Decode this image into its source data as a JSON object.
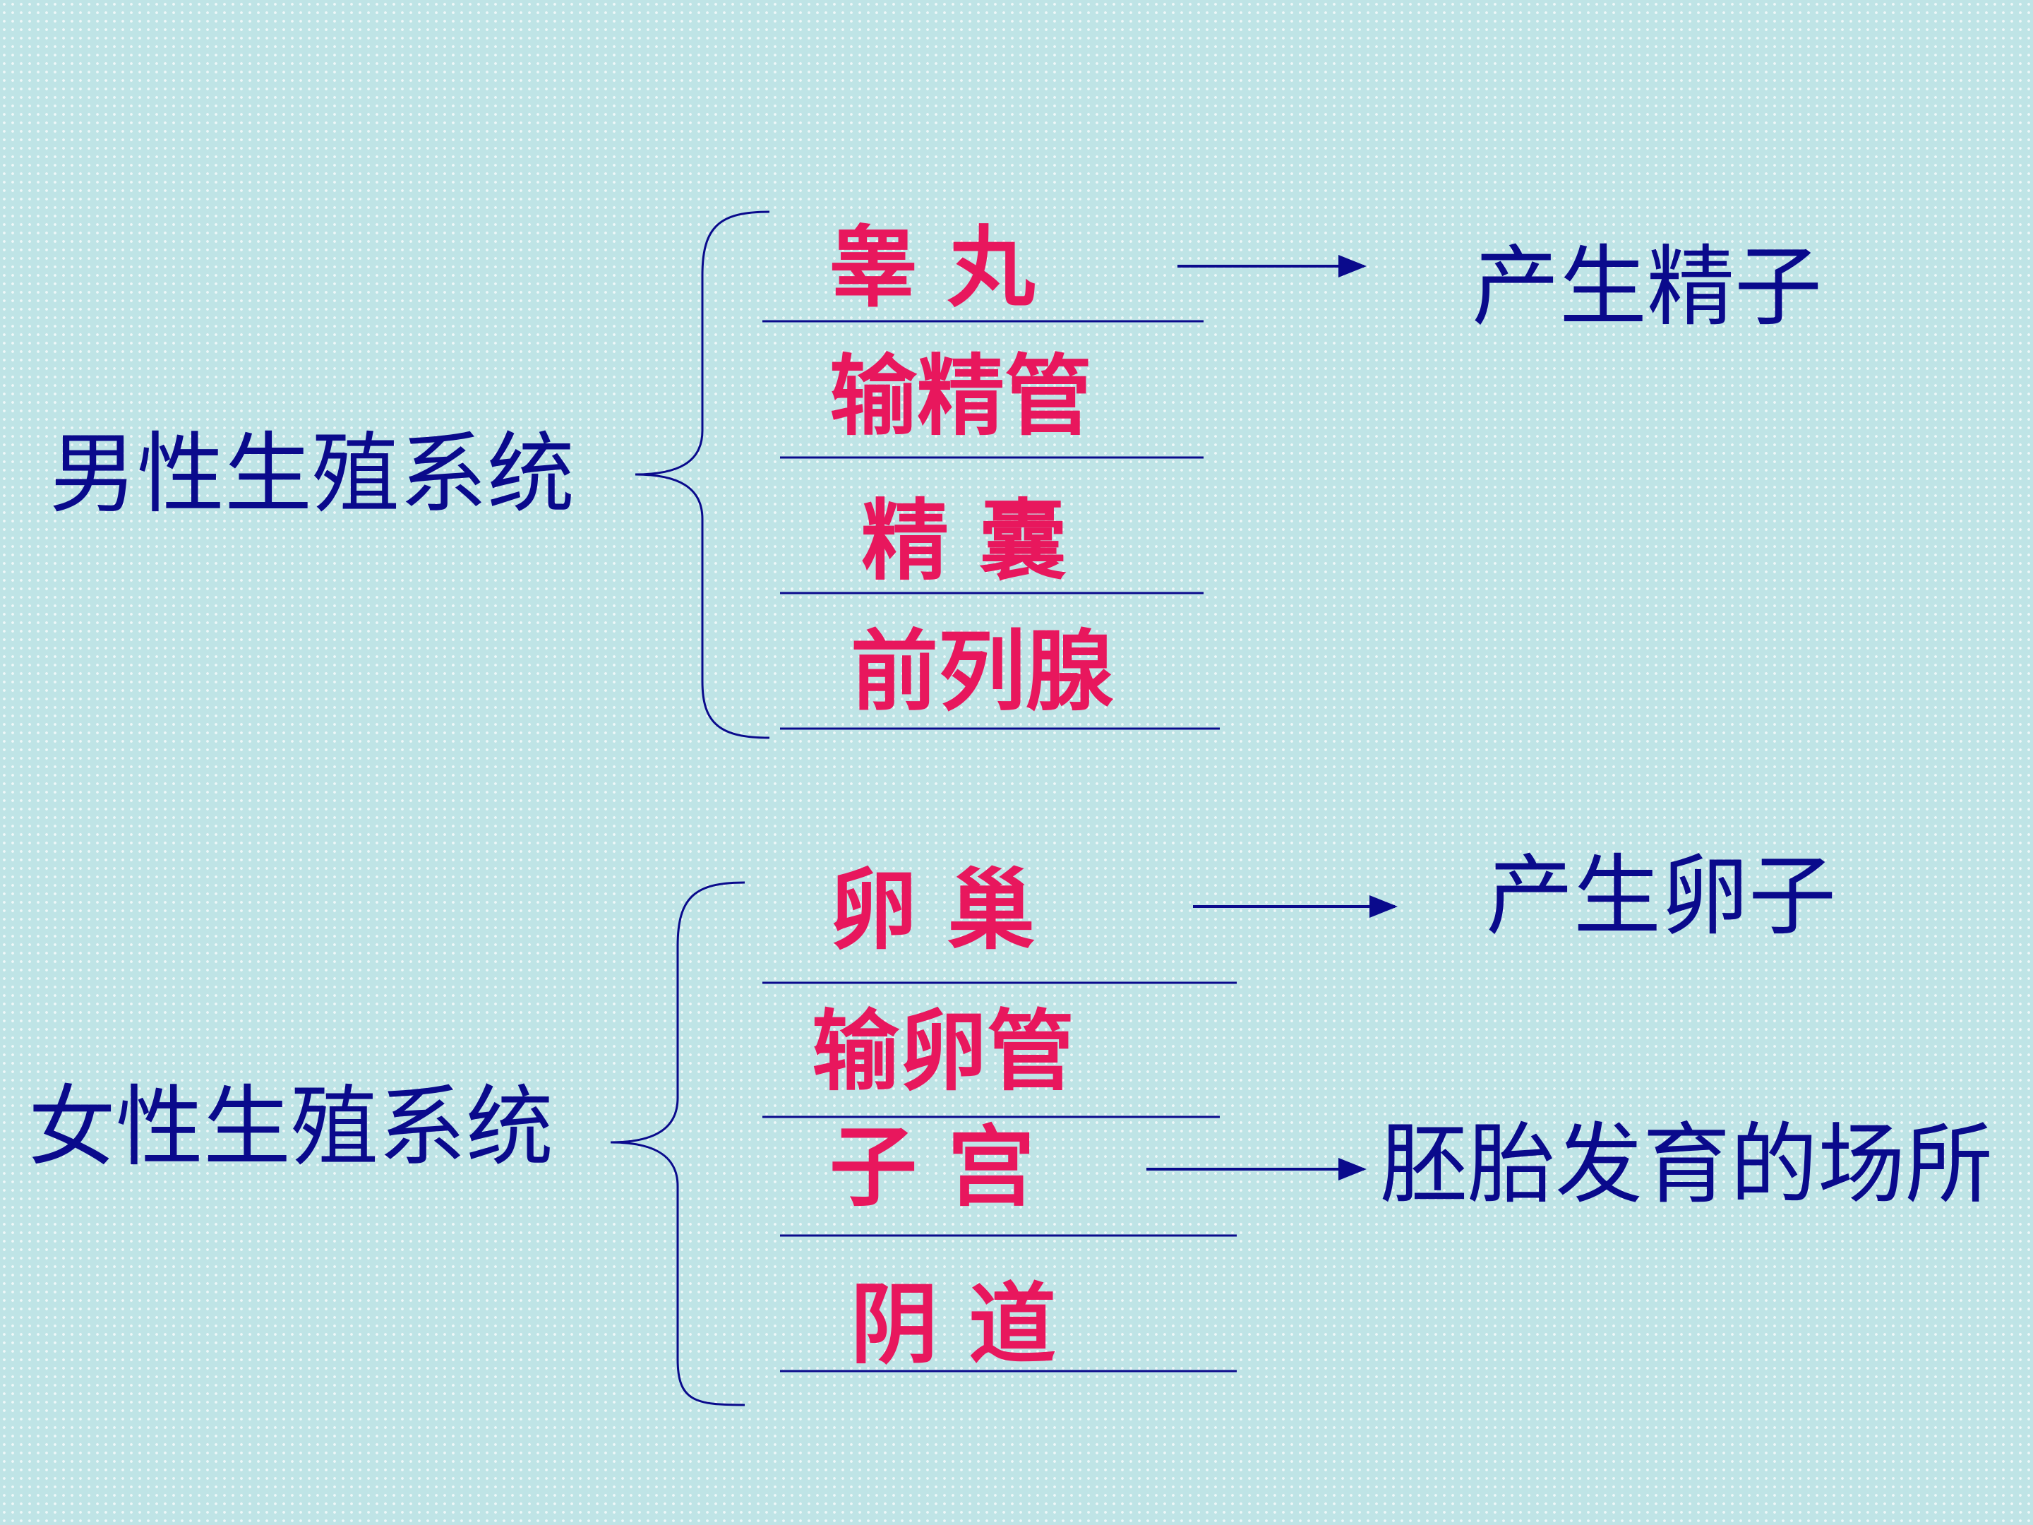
{
  "male": {
    "title": "男性生殖系统",
    "organs": [
      "睾 丸",
      "输精管",
      "精 囊",
      "前列腺"
    ],
    "function": "产生精子"
  },
  "female": {
    "title": "女性生殖系统",
    "organs": [
      "卵 巢",
      "输卵管",
      "子 宫",
      "阴 道"
    ],
    "functions": [
      "产生卵子",
      "胚胎发育的场所"
    ]
  },
  "colors": {
    "system_text": "#0a0a8c",
    "organ_text": "#e8175d",
    "line": "#0a0a8c",
    "background": "#bfe4e6"
  }
}
